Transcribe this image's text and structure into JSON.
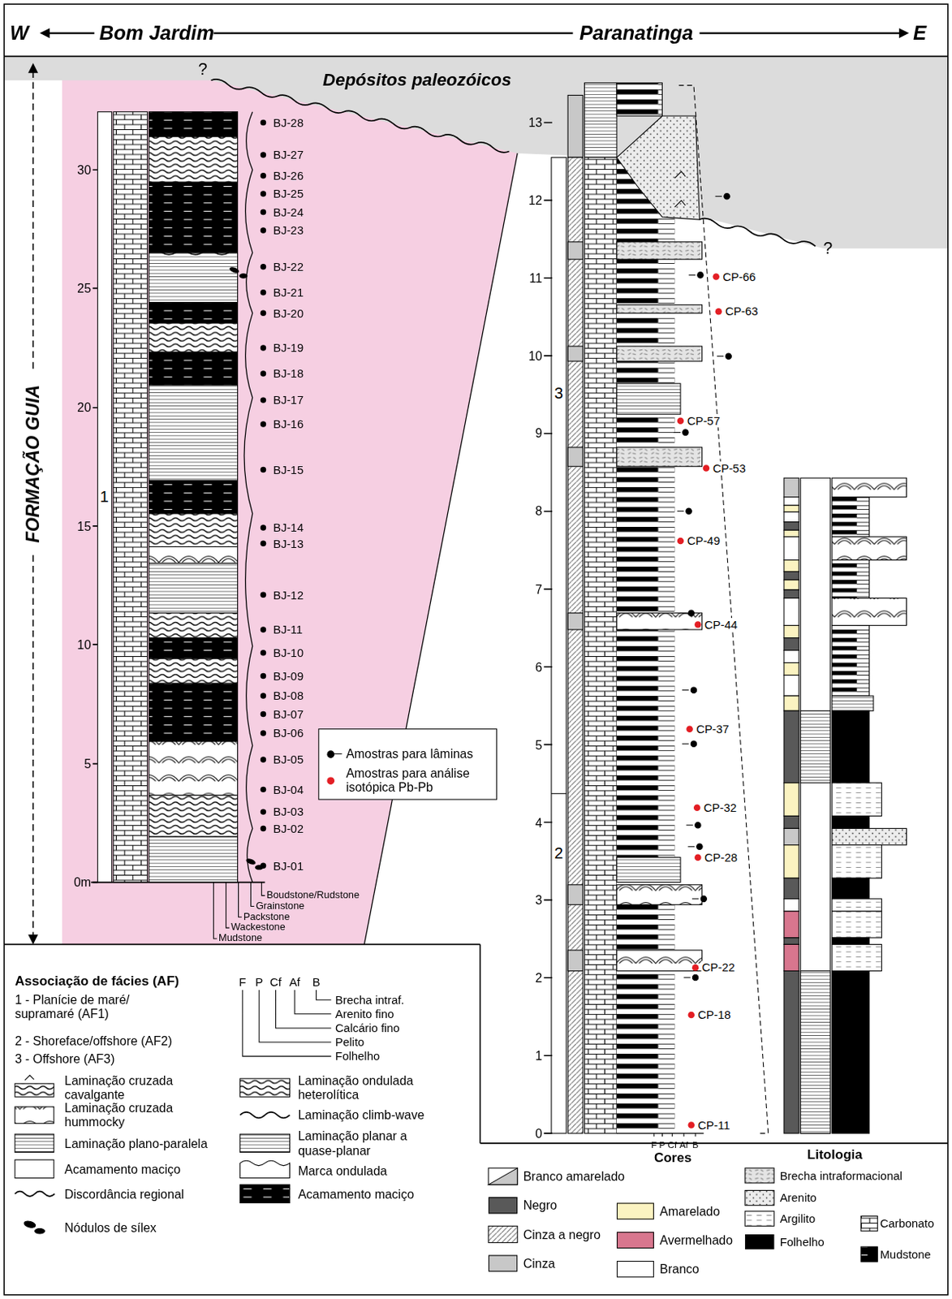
{
  "diagram": {
    "labels": [
      "W",
      "Bom Jardim",
      "Paranatinga",
      "E",
      "Depósitos paleozóicos",
      "?",
      "?",
      "FORMAÇÃO GUIA",
      "0m",
      "5",
      "10",
      "15",
      "20",
      "25",
      "30",
      "1",
      "BJ-01",
      "BJ-02",
      "BJ-03",
      "BJ-04",
      "BJ-05",
      "BJ-06",
      "BJ-07",
      "BJ-08",
      "BJ-09",
      "BJ-10",
      "BJ-11",
      "BJ-12",
      "BJ-13",
      "BJ-14",
      "BJ-15",
      "BJ-16",
      "BJ-17",
      "BJ-18",
      "BJ-19",
      "BJ-20",
      "BJ-21",
      "BJ-22",
      "BJ-23",
      "BJ-24",
      "BJ-25",
      "BJ-26",
      "BJ-27",
      "BJ-28",
      "Mudstone",
      "Wackestone",
      "Packstone",
      "Grainstone",
      "Boudstone/Rudstone",
      "0",
      "1",
      "2",
      "3",
      "4",
      "5",
      "6",
      "7",
      "8",
      "9",
      "10",
      "11",
      "12",
      "13",
      "2",
      "3",
      "CP-11",
      "CP-18",
      "CP-22",
      "CP-28",
      "CP-32",
      "CP-37",
      "CP-44",
      "CP-49",
      "CP-53",
      "CP-57",
      "CP-63",
      "CP-66",
      "F",
      "P",
      "Cf",
      "Af",
      "B",
      "F",
      "P",
      "Cf",
      "Af",
      "B",
      "Brecha intraf.",
      "Arenito fino",
      "Calcário fino",
      "Pelito",
      "Folhelho",
      "Associação de fácies (AF)",
      "1 - Planície de maré/ supramaré (AF1)",
      "2 - Shoreface/offshore (AF2)",
      "3 - Offshore (AF3)",
      "Cores",
      "Litologia"
    ],
    "legend": [
      {
        "text": "Amostras para lâminas",
        "color": "#000000"
      },
      {
        "text": "Amostras para análise isotópica Pb-Pb",
        "color": "#e31e24"
      },
      {
        "text": "Laminação cruzada cavalgante"
      },
      {
        "text": "Laminação cruzada hummocky"
      },
      {
        "text": "Laminação plano-paralela"
      },
      {
        "text": "Acamamento maciço"
      },
      {
        "text": "Discordância regional"
      },
      {
        "text": "Nódulos de sílex"
      },
      {
        "text": "Laminação ondulada heterolítica"
      },
      {
        "text": "Laminação climb-wave"
      },
      {
        "text": "Laminação planar a quase-planar"
      },
      {
        "text": "Marca ondulada"
      },
      {
        "text": "Acamamento maciço"
      },
      {
        "text": "Branco amarelado"
      },
      {
        "text": "Negro",
        "color": "#595959"
      },
      {
        "text": "Cinza a negro"
      },
      {
        "text": "Cinza",
        "color": "#c8c8c8"
      },
      {
        "text": "Amarelado",
        "color": "#fbf3c1"
      },
      {
        "text": "Avermelhado",
        "color": "#d8768e"
      },
      {
        "text": "Branco",
        "color": "#ffffff"
      },
      {
        "text": "Brecha intraformacional"
      },
      {
        "text": "Arenito"
      },
      {
        "text": "Argilito"
      },
      {
        "text": "Folhelho",
        "color": "#000000"
      },
      {
        "text": "Carbonato"
      },
      {
        "text": "Mudstone"
      }
    ]
  }
}
